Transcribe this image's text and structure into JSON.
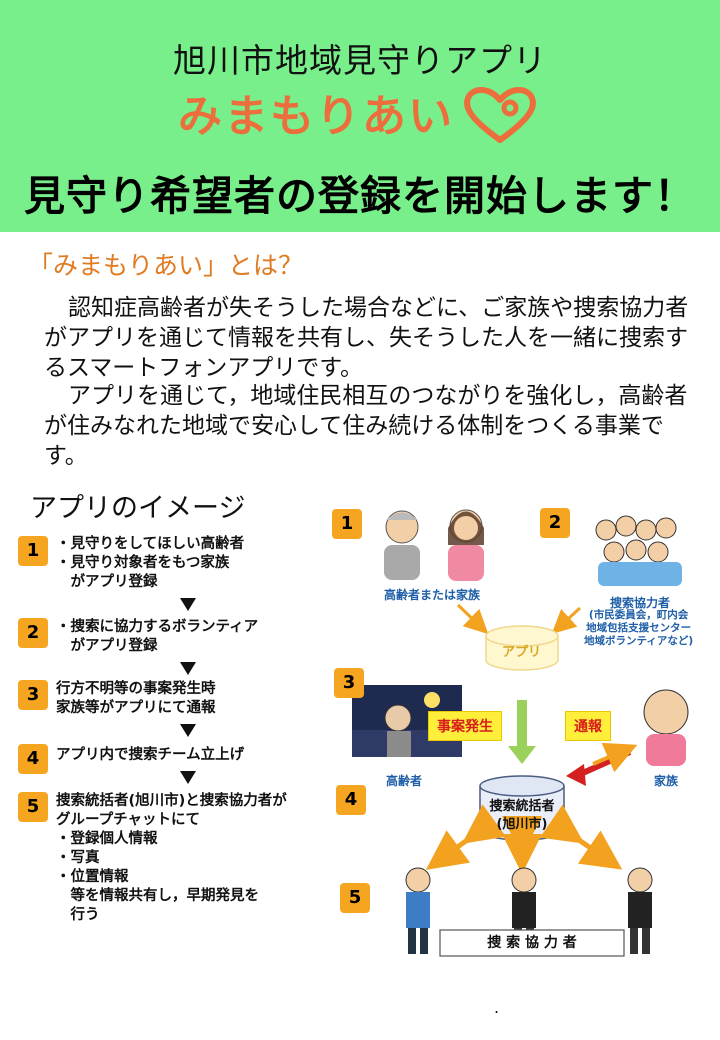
{
  "header": {
    "subtitle": "旭川市地域見守りアプリ",
    "logo_text": "みまもりあい",
    "headline": "見守り希望者の登録を開始します！",
    "bg_color": "#79ef8c",
    "logo_color": "#ec6e3d"
  },
  "about": {
    "question": "「みまもりあい」とは？",
    "paragraph1": "認知症高齢者が失そうした場合などに、ご家族や捜索協力者がアプリを通じて情報を共有し、失そうした人を一緒に捜索するスマートフォンアプリです。",
    "paragraph2": "アプリを通じて，地域住民相互のつながりを強化し，高齢者が住みなれた地域で安心して住み続ける体制をつくる事業です。"
  },
  "image_section": {
    "title": "アプリのイメージ",
    "steps": [
      {
        "num": "1",
        "lines": [
          "・見守りをしてほしい高齢者",
          "・見守り対象者をもつ家族",
          "　がアプリ登録"
        ]
      },
      {
        "num": "2",
        "lines": [
          "・捜索に協力するボランティア",
          "　がアプリ登録"
        ]
      },
      {
        "num": "3",
        "lines": [
          "行方不明等の事案発生時",
          "家族等がアプリにて通報"
        ]
      },
      {
        "num": "4",
        "lines": [
          "アプリ内で捜索チーム立上げ"
        ]
      },
      {
        "num": "5",
        "lines": [
          "捜索統括者(旭川市)と捜索協力者が",
          "グループチャットにて",
          "・登録個人情報",
          "・写真",
          "・位置情報",
          "　等を情報共有し，早期発見を",
          "　行う"
        ]
      }
    ]
  },
  "diagram": {
    "badges": [
      "1",
      "2",
      "3",
      "4",
      "5"
    ],
    "label_elderly_family": "高齢者または家族",
    "label_helpers": "捜索協力者",
    "label_helpers_detail": [
      "(市民委員会，町内会",
      "地域包括支援センター",
      "地域ボランティアなど)"
    ],
    "app_label": "アプリ",
    "incident_tag": "事案発生",
    "report_tag": "通報",
    "label_elderly": "高齢者",
    "label_family": "家族",
    "coordinator": [
      "捜索統括者",
      "(旭川市)"
    ],
    "helpers_box": "捜 索 協 力 者",
    "footnote": "."
  }
}
